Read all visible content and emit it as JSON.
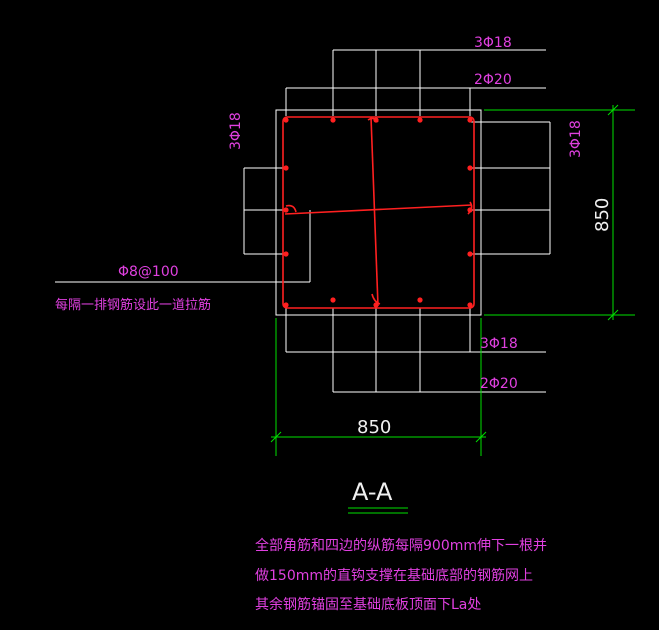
{
  "labels": {
    "top_far": "3Φ18",
    "top_near": "2Φ20",
    "left_side": "3Φ18",
    "right_side": "3Φ18",
    "tie": "Φ8@100",
    "tie_note": "每隔一排钢筋设此一道拉筋",
    "bottom_near": "3Φ18",
    "bottom_far": "2Φ20"
  },
  "dimensions": {
    "width": "850",
    "height": "850"
  },
  "section_title": "A-A",
  "notes": [
    "全部角筋和四边的纵筋每隔900mm伸下一根并",
    "做150mm的直钩支撑在基础底部的钢筋网上",
    "其余钢筋锚固至基础底板顶面下La处"
  ],
  "colors": {
    "background": "#000000",
    "outline": "#ffffff",
    "dimension": "#00e000",
    "rebar": "#ff2020",
    "text": "#e040e0"
  }
}
